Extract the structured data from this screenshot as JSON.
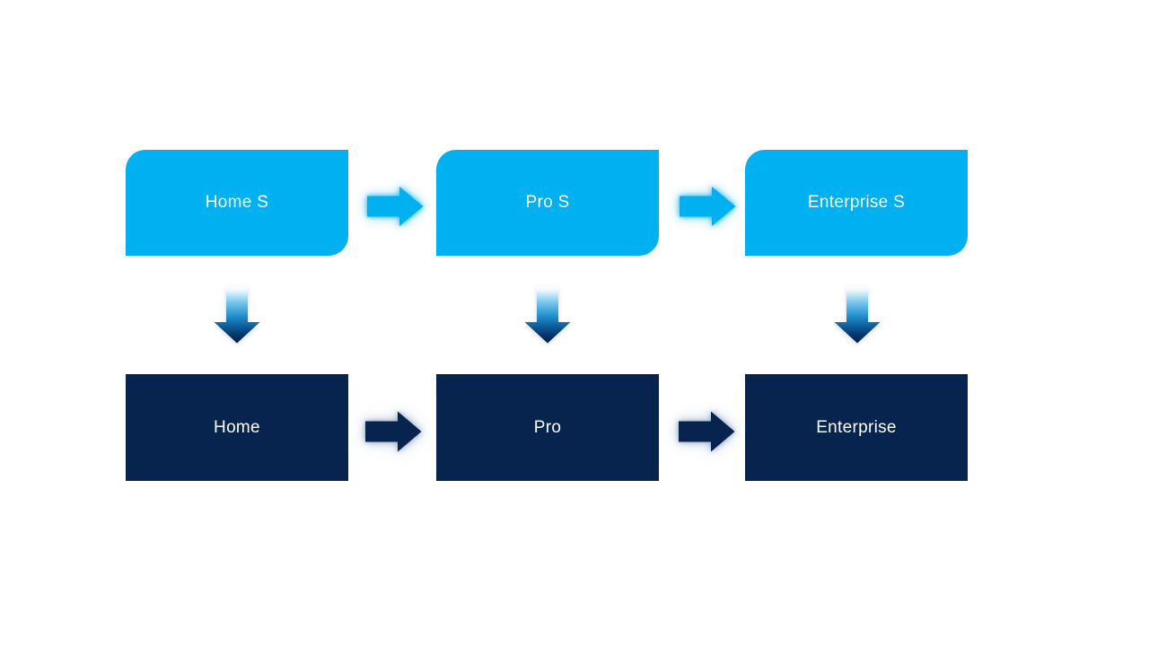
{
  "diagram": {
    "type": "process-flow",
    "rows": {
      "top": {
        "items": [
          {
            "label": "Home S"
          },
          {
            "label": "Pro S"
          },
          {
            "label": "Enterprise S"
          }
        ]
      },
      "bottom": {
        "items": [
          {
            "label": "Home"
          },
          {
            "label": "Pro"
          },
          {
            "label": "Enterprise"
          }
        ]
      }
    },
    "icons": {
      "right_arrow": "right-arrow-icon",
      "down_arrow": "down-arrow-icon"
    },
    "colors": {
      "background": "#FFFFFF",
      "box_light_blue": "#00B0F0",
      "box_dark_navy": "#07244E",
      "arrow_light_blue": "#00B0F0",
      "arrow_dark_navy": "#07244E",
      "down_arrow_gradient_top": "#FFFFFF",
      "down_arrow_gradient_mid": "#2391CE",
      "down_arrow_gradient_bottom": "#041F45",
      "label_text": "#FFFFFF"
    }
  }
}
